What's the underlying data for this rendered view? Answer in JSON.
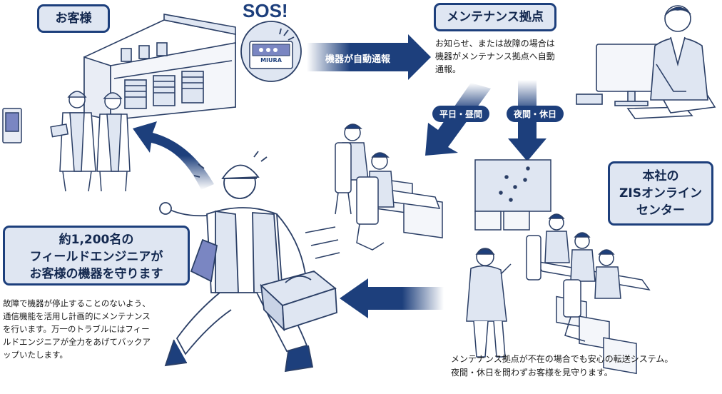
{
  "customer_label": "お客様",
  "sos": "SOS!",
  "device_brand": "MIURA",
  "auto_report": "機器が自動通報",
  "maintenance_label": "メンテナンス拠点",
  "maintenance_desc": [
    "お知らせ、または故障の場合は",
    "機器がメンテナンス拠点へ自動",
    "通報。"
  ],
  "weekday": "平日・昼間",
  "night": "夜間・休日",
  "zis_label": [
    "本社の",
    "ZISオンライン",
    "センター"
  ],
  "zis_desc": [
    "メンテナンス拠点が不在の場合でも安心の転送システム。",
    "夜間・休日を問わずお客様を見守ります。"
  ],
  "engineer_label": [
    "約1,200名の",
    "フィールドエンジニアが",
    "お客様の機器を守ります"
  ],
  "engineer_desc": [
    "故障で機器が停止することのないよう、",
    "通信機能を活用し計画的にメンテナンス",
    "を行います。万一のトラブルにはフィー",
    "ルドエンジニアが全力をあげてバックア",
    "ップいたします。"
  ],
  "colors": {
    "navy": "#1d3f7c",
    "light": "#dfe6f2",
    "line": "#2b3f66"
  }
}
